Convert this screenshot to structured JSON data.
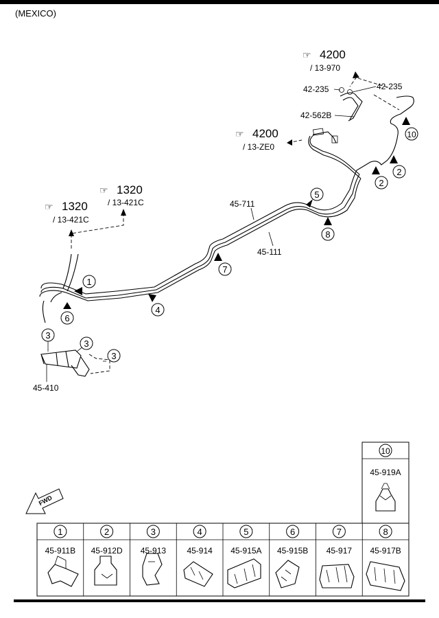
{
  "region": "(MEXICO)",
  "refs": {
    "r4200a": {
      "num": "4200",
      "sub": "/ 13-970"
    },
    "r4200b": {
      "num": "4200",
      "sub": "/ 13-ZE0"
    },
    "r1320a": {
      "num": "1320",
      "sub": "/ 13-421C"
    },
    "r1320b": {
      "num": "1320",
      "sub": "/ 13-421C"
    }
  },
  "parts": {
    "p42235a": "42-235",
    "p42235b": "42-235",
    "p42562b": "42-562B",
    "p45711": "45-711",
    "p45111": "45-111",
    "p45410": "45-410"
  },
  "callouts": [
    "1",
    "2",
    "2",
    "3",
    "3",
    "3",
    "4",
    "5",
    "6",
    "7",
    "8",
    "10"
  ],
  "fwd": "FWD",
  "table": {
    "top": {
      "num": "10",
      "part": "45-919A"
    },
    "cols": [
      {
        "num": "1",
        "part": "45-911B"
      },
      {
        "num": "2",
        "part": "45-912D"
      },
      {
        "num": "3",
        "part": "45-913"
      },
      {
        "num": "4",
        "part": "45-914"
      },
      {
        "num": "5",
        "part": "45-915A"
      },
      {
        "num": "6",
        "part": "45-915B"
      },
      {
        "num": "7",
        "part": "45-917"
      },
      {
        "num": "8",
        "part": "45-917B"
      }
    ]
  }
}
